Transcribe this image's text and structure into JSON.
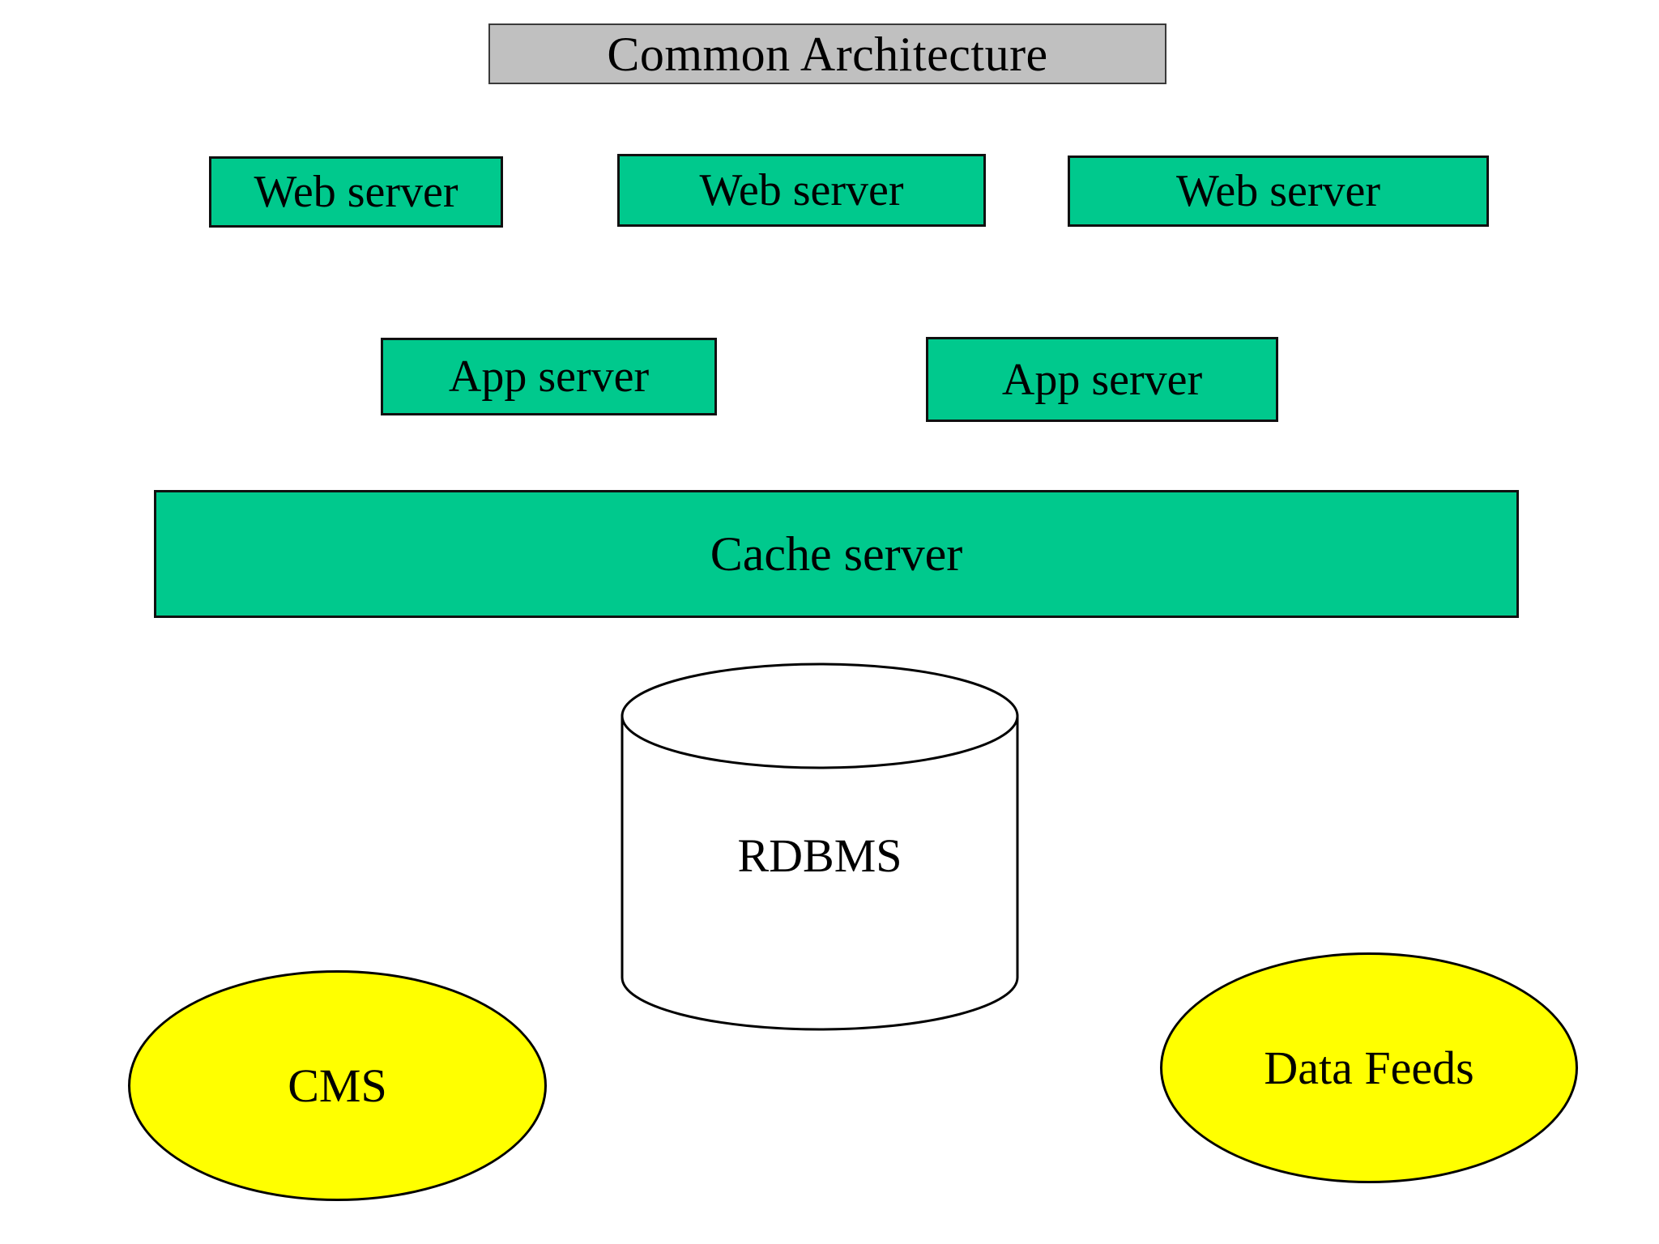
{
  "page": {
    "title": "Common Architecture",
    "background_color": "#ffffff"
  },
  "colors": {
    "title_fill": "#c0c0c0",
    "server_fill": "#00c98d",
    "source_fill": "#ffff00",
    "database_fill": "#ffffff",
    "outline": "#000000",
    "text": "#000000"
  },
  "diagram": {
    "type": "architecture-block-diagram",
    "title_banner": {
      "text": "Common Architecture",
      "shape": "rectangle",
      "fill": "#c0c0c0"
    },
    "tiers": [
      {
        "name": "web-tier",
        "shape": "rectangle",
        "fill": "#00c98d",
        "nodes": [
          {
            "label": "Web server"
          },
          {
            "label": "Web server"
          },
          {
            "label": "Web server"
          }
        ]
      },
      {
        "name": "app-tier",
        "shape": "rectangle",
        "fill": "#00c98d",
        "nodes": [
          {
            "label": "App server"
          },
          {
            "label": "App server"
          }
        ]
      },
      {
        "name": "cache-tier",
        "shape": "rectangle",
        "fill": "#00c98d",
        "nodes": [
          {
            "label": "Cache server"
          }
        ]
      },
      {
        "name": "database-tier",
        "shape": "cylinder",
        "fill": "#ffffff",
        "nodes": [
          {
            "label": "RDBMS"
          }
        ]
      },
      {
        "name": "content-sources-tier",
        "shape": "ellipse",
        "fill": "#ffff00",
        "nodes": [
          {
            "label": "CMS"
          },
          {
            "label": "Data Feeds"
          }
        ]
      }
    ]
  }
}
